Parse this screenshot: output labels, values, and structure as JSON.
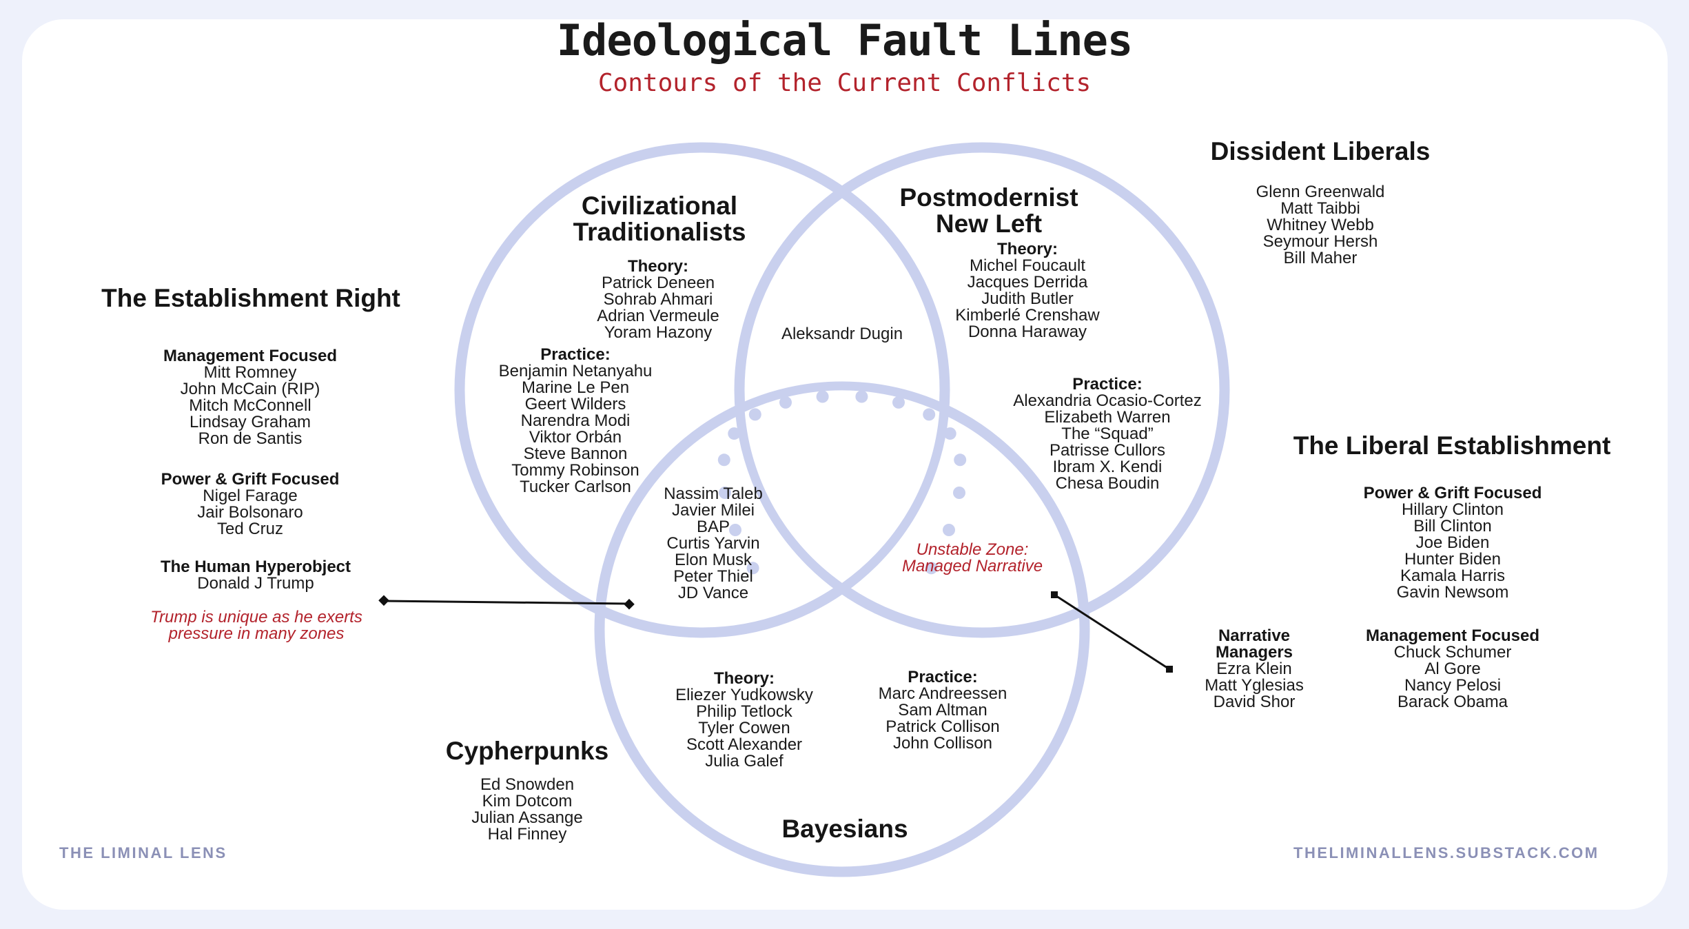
{
  "header": {
    "title": "Ideological Fault Lines",
    "subtitle": "Contours of the Current Conflicts"
  },
  "colors": {
    "background": "#eef1fb",
    "card": "#ffffff",
    "ring": "#c9d0ee",
    "accent_red": "#b3232c",
    "footer_text": "#8b90b6"
  },
  "venn": {
    "civilizational_traditionalists": {
      "title_line1": "Civilizational",
      "title_line2": "Traditionalists",
      "theory_label": "Theory:",
      "theory": [
        "Patrick Deneen",
        "Sohrab Ahmari",
        "Adrian Vermeule",
        "Yoram Hazony"
      ],
      "practice_label": "Practice:",
      "practice": [
        "Benjamin Netanyahu",
        "Marine Le Pen",
        "Geert Wilders",
        "Narendra Modi",
        "Viktor Orbán",
        "Steve Bannon",
        "Tommy Robinson",
        "Tucker Carlson"
      ]
    },
    "postmodernist_new_left": {
      "title_line1": "Postmodernist",
      "title_line2": "New Left",
      "theory_label": "Theory:",
      "theory": [
        "Michel Foucault",
        "Jacques Derrida",
        "Judith Butler",
        "Kimberlé Crenshaw",
        "Donna Haraway"
      ],
      "practice_label": "Practice:",
      "practice": [
        "Alexandria Ocasio-Cortez",
        "Elizabeth Warren",
        "The “Squad”",
        "Patrisse Cullors",
        "Ibram X. Kendi",
        "Chesa Boudin"
      ]
    },
    "bayesians": {
      "title": "Bayesians",
      "theory_label": "Theory:",
      "theory": [
        "Eliezer Yudkowsky",
        "Philip Tetlock",
        "Tyler Cowen",
        "Scott Alexander",
        "Julia Galef"
      ],
      "practice_label": "Practice:",
      "practice": [
        "Marc Andreessen",
        "Sam Altman",
        "Patrick Collison",
        "John Collison"
      ]
    },
    "trad_left_overlap": [
      "Aleksandr Dugin"
    ],
    "trad_bayes_overlap": [
      "Nassim Taleb",
      "Javier Milei",
      "BAP",
      "Curtis Yarvin",
      "Elon Musk",
      "Peter Thiel",
      "JD Vance"
    ],
    "left_bayes_overlap_note": [
      "Unstable Zone:",
      "Managed Narrative"
    ]
  },
  "outside": {
    "establishment_right": {
      "title": "The Establishment Right",
      "groups": [
        {
          "label": "Management Focused",
          "names": [
            "Mitt Romney",
            "John McCain (RIP)",
            "Mitch McConnell",
            "Lindsay Graham",
            "Ron de Santis"
          ]
        },
        {
          "label": "Power & Grift Focused",
          "names": [
            "Nigel Farage",
            "Jair Bolsonaro",
            "Ted Cruz"
          ]
        },
        {
          "label": "The Human Hyperobject",
          "names": [
            "Donald J Trump"
          ]
        }
      ],
      "note": [
        "Trump is unique as he exerts",
        "pressure in many zones"
      ]
    },
    "dissident_liberals": {
      "title": "Dissident Liberals",
      "names": [
        "Glenn Greenwald",
        "Matt Taibbi",
        "Whitney Webb",
        "Seymour Hersh",
        "Bill Maher"
      ]
    },
    "liberal_establishment": {
      "title": "The Liberal Establishment",
      "groups": [
        {
          "label": "Power & Grift Focused",
          "names": [
            "Hillary Clinton",
            "Bill Clinton",
            "Joe Biden",
            "Hunter Biden",
            "Kamala Harris",
            "Gavin Newsom"
          ]
        },
        {
          "label_line1": "Narrative",
          "label_line2": "Managers",
          "names": [
            "Ezra Klein",
            "Matt Yglesias",
            "David Shor"
          ]
        },
        {
          "label": "Management Focused",
          "names": [
            "Chuck Schumer",
            "Al Gore",
            "Nancy Pelosi",
            "Barack Obama"
          ]
        }
      ]
    },
    "cypherpunks": {
      "title": "Cypherpunks",
      "names": [
        "Ed Snowden",
        "Kim Dotcom",
        "Julian Assange",
        "Hal Finney"
      ]
    }
  },
  "footer": {
    "left": "THE LIMINAL LENS",
    "right": "THELIMINALLENS.SUBSTACK.COM"
  }
}
